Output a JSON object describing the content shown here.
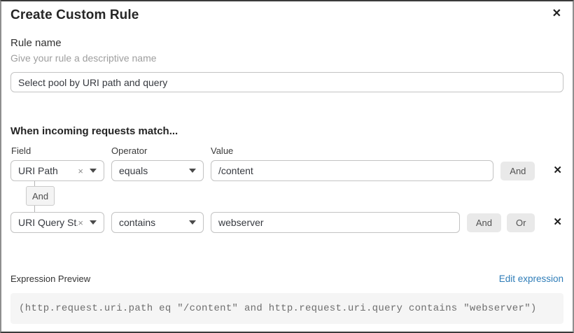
{
  "dialog": {
    "title": "Create Custom Rule"
  },
  "icons": {
    "close": "✕",
    "clear": "×",
    "remove": "✕"
  },
  "rule_name": {
    "label": "Rule name",
    "helper": "Give your rule a descriptive name",
    "value": "Select pool by URI path and query"
  },
  "match": {
    "heading": "When incoming requests match...",
    "columns": {
      "field": "Field",
      "operator": "Operator",
      "value": "Value"
    },
    "connector_label": "And",
    "rows": [
      {
        "field": "URI Path",
        "operator": "equals",
        "value": "/content",
        "buttons": [
          "And"
        ]
      },
      {
        "field": "URI Query St...",
        "operator": "contains",
        "value": "webserver",
        "buttons": [
          "And",
          "Or"
        ]
      }
    ]
  },
  "expression": {
    "label": "Expression Preview",
    "edit_link": "Edit expression",
    "code": "(http.request.uri.path eq \"/content\" and http.request.uri.query contains \"webserver\")"
  },
  "colors": {
    "link_blue": "#2f7db8",
    "button_gray": "#e9e9e9",
    "code_background": "#f5f5f5"
  }
}
